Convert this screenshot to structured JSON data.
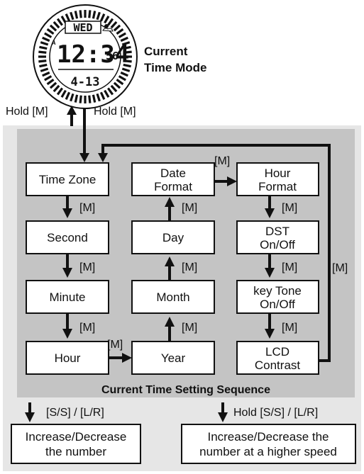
{
  "watch": {
    "day": "WED",
    "time": "12:34",
    "seconds": "56",
    "date": "4-13",
    "indicator": "A"
  },
  "mode_label": [
    "Current",
    "Time Mode"
  ],
  "hold_labels": {
    "left": "Hold [M]",
    "right": "Hold [M]"
  },
  "sequence_title": "Current Time Setting Sequence",
  "boxes": {
    "time_zone": [
      "Time Zone"
    ],
    "second": [
      "Second"
    ],
    "minute": [
      "Minute"
    ],
    "hour": [
      "Hour"
    ],
    "year": [
      "Year"
    ],
    "month": [
      "Month"
    ],
    "day": [
      "Day"
    ],
    "date_format": [
      "Date",
      "Format"
    ],
    "hour_format": [
      "Hour",
      "Format"
    ],
    "dst": [
      "DST",
      "On/Off"
    ],
    "key_tone": [
      "key Tone",
      "On/Off"
    ],
    "lcd_contrast": [
      "LCD",
      "Contrast"
    ]
  },
  "arrow_labels": {
    "tz_second": "[M]",
    "second_minute": "[M]",
    "minute_hour": "[M]",
    "hour_year": "[M]",
    "year_month": "[M]",
    "month_day": "[M]",
    "day_dateformat": "[M]",
    "dateformat_hourformat": "[M]",
    "hourformat_dst": "[M]",
    "dst_keytone": "[M]",
    "keytone_lcd": "[M]",
    "loop": "[M]"
  },
  "bottom": {
    "left_key": "[S/S] / [L/R]",
    "right_key": "Hold [S/S] / [L/R]",
    "left_box": [
      "Increase/Decrease",
      "the number"
    ],
    "right_box": [
      "Increase/Decrease the",
      "number at a higher speed"
    ]
  },
  "colors": {
    "outer_panel": "#e6e6e6",
    "inner_panel": "#c4c4c4",
    "line": "#111111",
    "box_fill": "#ffffff"
  }
}
